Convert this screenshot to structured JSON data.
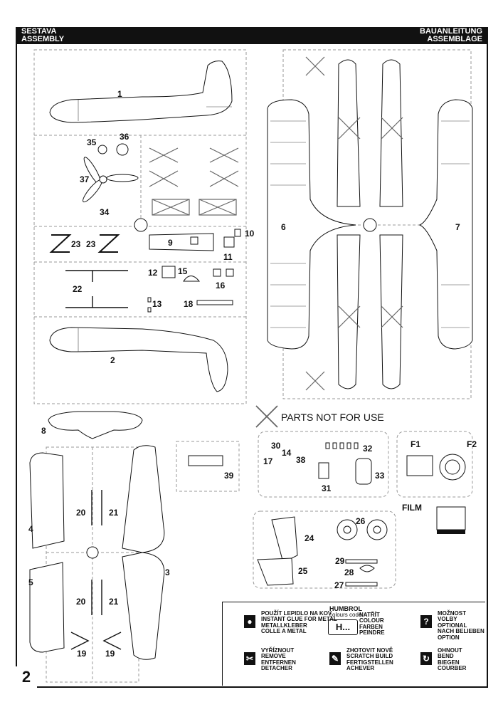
{
  "header": {
    "left_line1": "SESTAVA",
    "left_line2": "ASSEMBLY",
    "right_line1": "BAUANLEITUNG",
    "right_line2": "ASSEMBLAGE"
  },
  "page_number": "2",
  "parts_not_for_use": "PARTS NOT FOR USE",
  "film_label": "FILM",
  "part_numbers": [
    "1",
    "2",
    "3",
    "4",
    "5",
    "6",
    "7",
    "8",
    "9",
    "10",
    "11",
    "12",
    "13",
    "14",
    "15",
    "16",
    "17",
    "18",
    "19",
    "19",
    "20",
    "20",
    "21",
    "21",
    "22",
    "23",
    "23",
    "24",
    "25",
    "26",
    "27",
    "28",
    "29",
    "30",
    "31",
    "32",
    "33",
    "34",
    "35",
    "36",
    "37",
    "38",
    "39",
    "F1",
    "F2"
  ],
  "legend": {
    "glue": [
      "POUŽÍT LEPIDLO NA KOV",
      "INSTANT GLUE FOR METAL",
      "METALLKLEBER",
      "COLLE A METAL"
    ],
    "humbrol_title": "HUMBROL",
    "humbrol_sub": "colours code",
    "humbrol_box": "H...",
    "colour": [
      "NATŘÍT",
      "COLOUR",
      "FARBEN",
      "PEINDRE"
    ],
    "option": [
      "MOŽNOST VOLBY",
      "OPTIONAL",
      "NACH BELIEBEN",
      "OPTION"
    ],
    "cut": [
      "VYŘÍZNOUT",
      "REMOVE",
      "ENTFERNEN",
      "DETACHER"
    ],
    "scratch": [
      "ZHOTOVIT NOVĚ",
      "SCRATCH BUILD",
      "FERTIGSTELLEN",
      "ACHEVER"
    ],
    "bend": [
      "OHNOUT",
      "BEND",
      "BIEGEN",
      "COURBER"
    ]
  }
}
